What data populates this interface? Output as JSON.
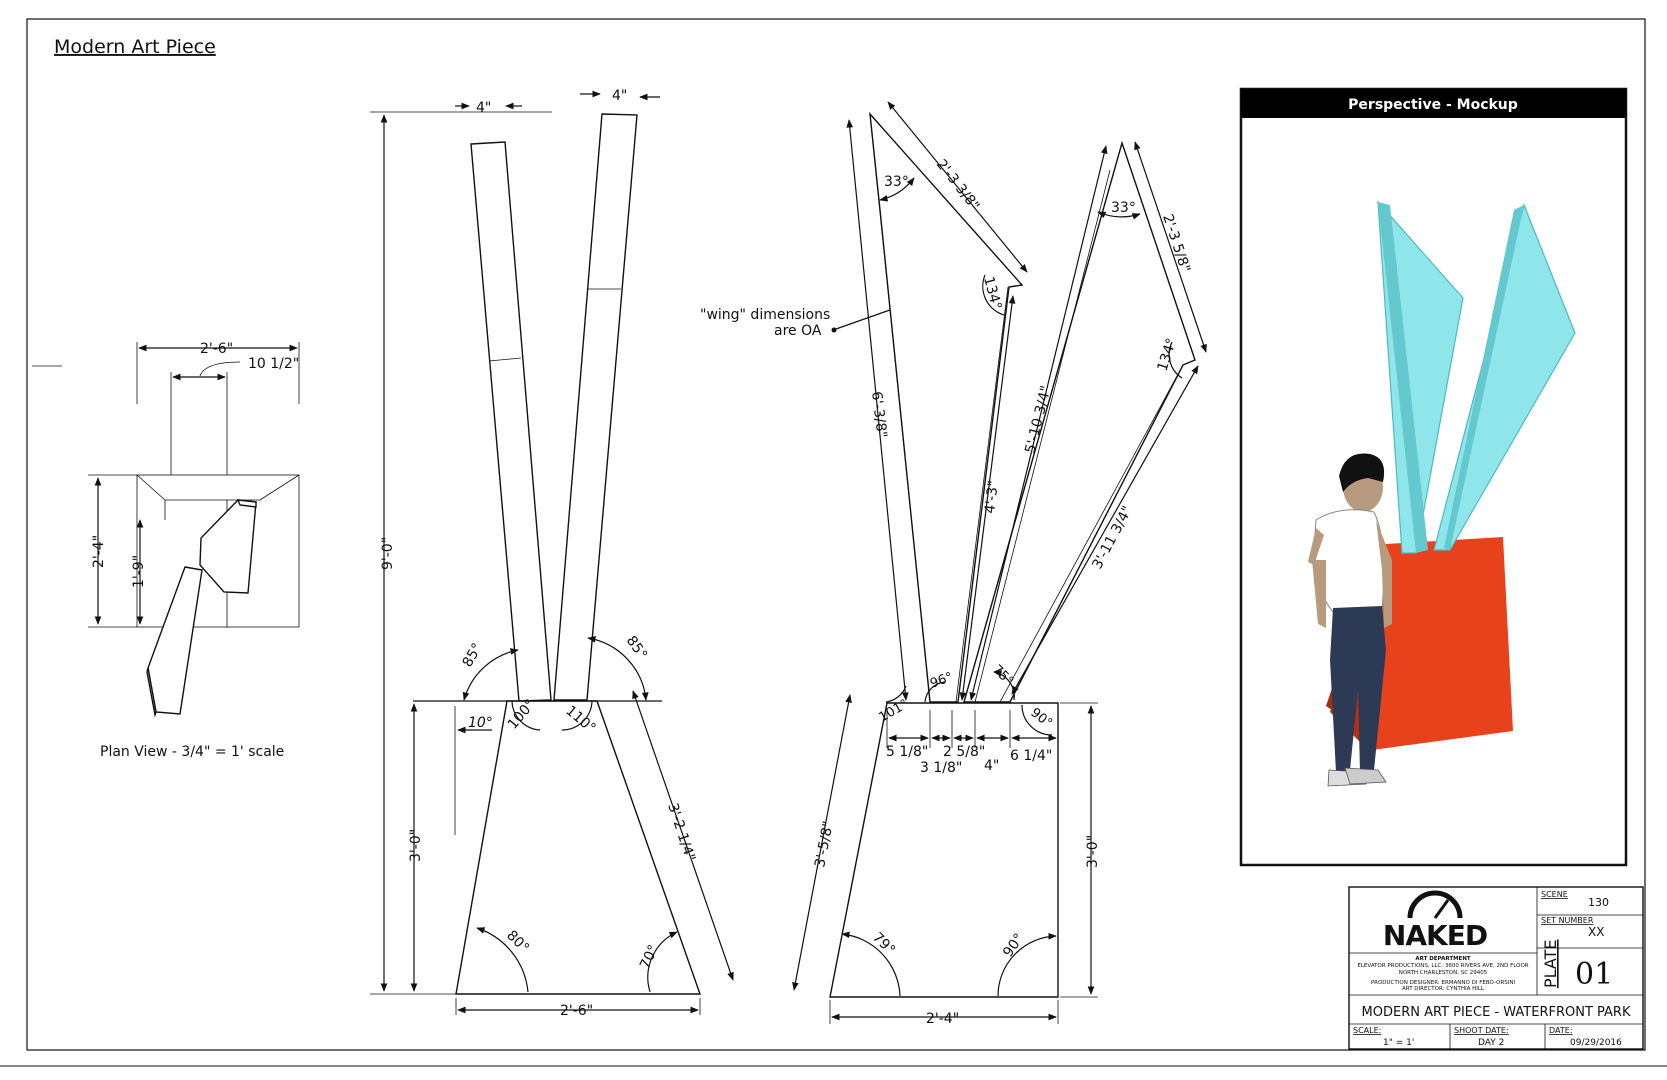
{
  "sheet": {
    "title": "Modern Art Piece",
    "plan_view_caption": "Plan View - 3/4\" = 1' scale",
    "note_line1": "\"wing\" dimensions",
    "note_line2": "are  OA"
  },
  "plan_view": {
    "width": "2'-6\"",
    "offset": "10 1/2\"",
    "depth": "2'-4\"",
    "inner_depth": "1'-9\""
  },
  "front_elevation": {
    "total_height": "9'-0\"",
    "board_width_left": "4\"",
    "board_width_right": "4\"",
    "angle_left_top": "85°",
    "angle_right_top": "85°",
    "angle_inner_left": "10°",
    "angle_100": "100°",
    "angle_110": "110°",
    "base_height": "3'-0\"",
    "slant_length": "3'-2 1/4\"",
    "angle_bottom_left": "80°",
    "angle_bottom_right": "70°",
    "base_width": "2'-6\""
  },
  "side_elevation": {
    "left_wing_length": "6'-3/8\"",
    "left_wing_angle": "33°",
    "left_wing_edge": "2'-3 3/8\"",
    "left_wing_bend": "134°",
    "left_wing_inner": "4'-3\"",
    "right_wing_long": "5'-10 3/4\"",
    "right_wing_angle": "33°",
    "right_wing_edge": "2'-3 5/8\"",
    "right_wing_bend": "134°",
    "right_wing_inner": "3'-11 3/4\"",
    "angle_101": "101°",
    "angle_96": "96°",
    "angle_75": "75°",
    "angle_90_top": "90°",
    "dim_5_1_8": "5 1/8\"",
    "dim_2_5_8": "2 5/8\"",
    "dim_3_1_8": "3 1/8\"",
    "dim_4": "4\"",
    "dim_6_1_4": "6 1/4\"",
    "slant_left": "3'-5/8\"",
    "base_height": "3'-0\"",
    "angle_79": "79°",
    "angle_90_bottom": "90°",
    "base_width": "2'-4\""
  },
  "mockup": {
    "header": "Perspective - Mockup",
    "colors": {
      "header_bg": "#000000",
      "wing": "#8fe6ea",
      "wing_edge": "#4fb8c0",
      "base_front": "#e8421c",
      "base_side": "#c23212"
    }
  },
  "title_block": {
    "logo": "NAKED",
    "dept_line1": "ART DEPARTMENT",
    "dept_line2": "ELEVATOR PRODUCTIONS, LLC. 3600 RIVERS AVE, 2ND FLOOR",
    "dept_line3": "NORTH CHARLESTON, SC 29405",
    "dept_line4": "PRODUCTION DESIGNER: ERMANNO DI FEBO-ORSINI",
    "dept_line5": "ART DIRECTOR: CYNTHIA HILL",
    "scene_label": "SCENE",
    "scene_value": "130",
    "set_label": "SET NUMBER",
    "set_value": "XX",
    "plate_label": "PLATE",
    "plate_value": "01",
    "project": "MODERN ART PIECE - WATERFRONT PARK",
    "scale_label": "SCALE:",
    "scale_value": "1\" = 1'",
    "shoot_label": "SHOOT DATE:",
    "shoot_value": "DAY 2",
    "date_label": "DATE:",
    "date_value": "09/29/2016"
  }
}
